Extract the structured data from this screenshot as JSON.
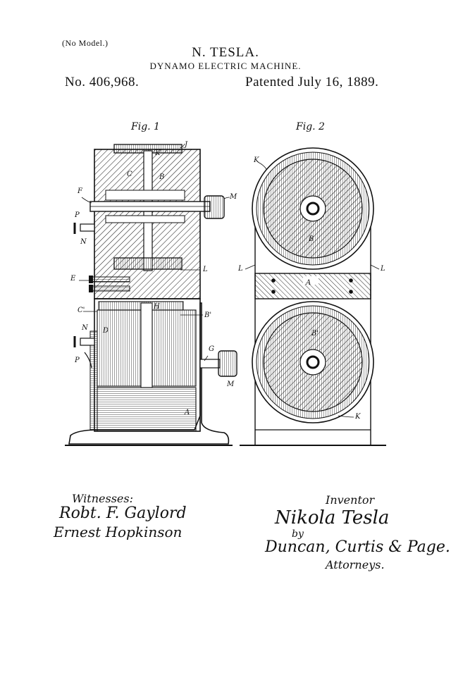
{
  "header": {
    "no_model": "(No Model.)",
    "inventor": "N. TESLA.",
    "title": "DYNAMO ELECTRIC MACHINE.",
    "patent_number": "No. 406,968.",
    "patent_date": "Patented July 16, 1889."
  },
  "figures": {
    "fig1": {
      "label": "Fig. 1",
      "letters": {
        "J": "J",
        "K": "K",
        "C": "C",
        "B": "B",
        "F": "F",
        "P": "P",
        "N": "N",
        "M": "M",
        "L": "L",
        "E": "E",
        "C1": "C'",
        "H": "H",
        "B1": "B'",
        "N2": "N",
        "D": "D",
        "G": "G",
        "P2": "P",
        "M2": "M",
        "A": "A"
      }
    },
    "fig2": {
      "label": "Fig. 2",
      "letters": {
        "K": "K",
        "B": "B",
        "L_left": "L",
        "L_right": "L",
        "A": "A",
        "B1": "B'",
        "K2": "K"
      }
    }
  },
  "signatures": {
    "witnesses_label": "Witnesses:",
    "witness_1": "Robt. F. Gaylord",
    "witness_2": "Ernest Hopkinson",
    "inventor_label": "Inventor",
    "inventor_signature": "Nikola Tesla",
    "by": "by",
    "attorneys_signature": "Duncan, Curtis & Page.",
    "attorneys_label": "Attorneys."
  }
}
